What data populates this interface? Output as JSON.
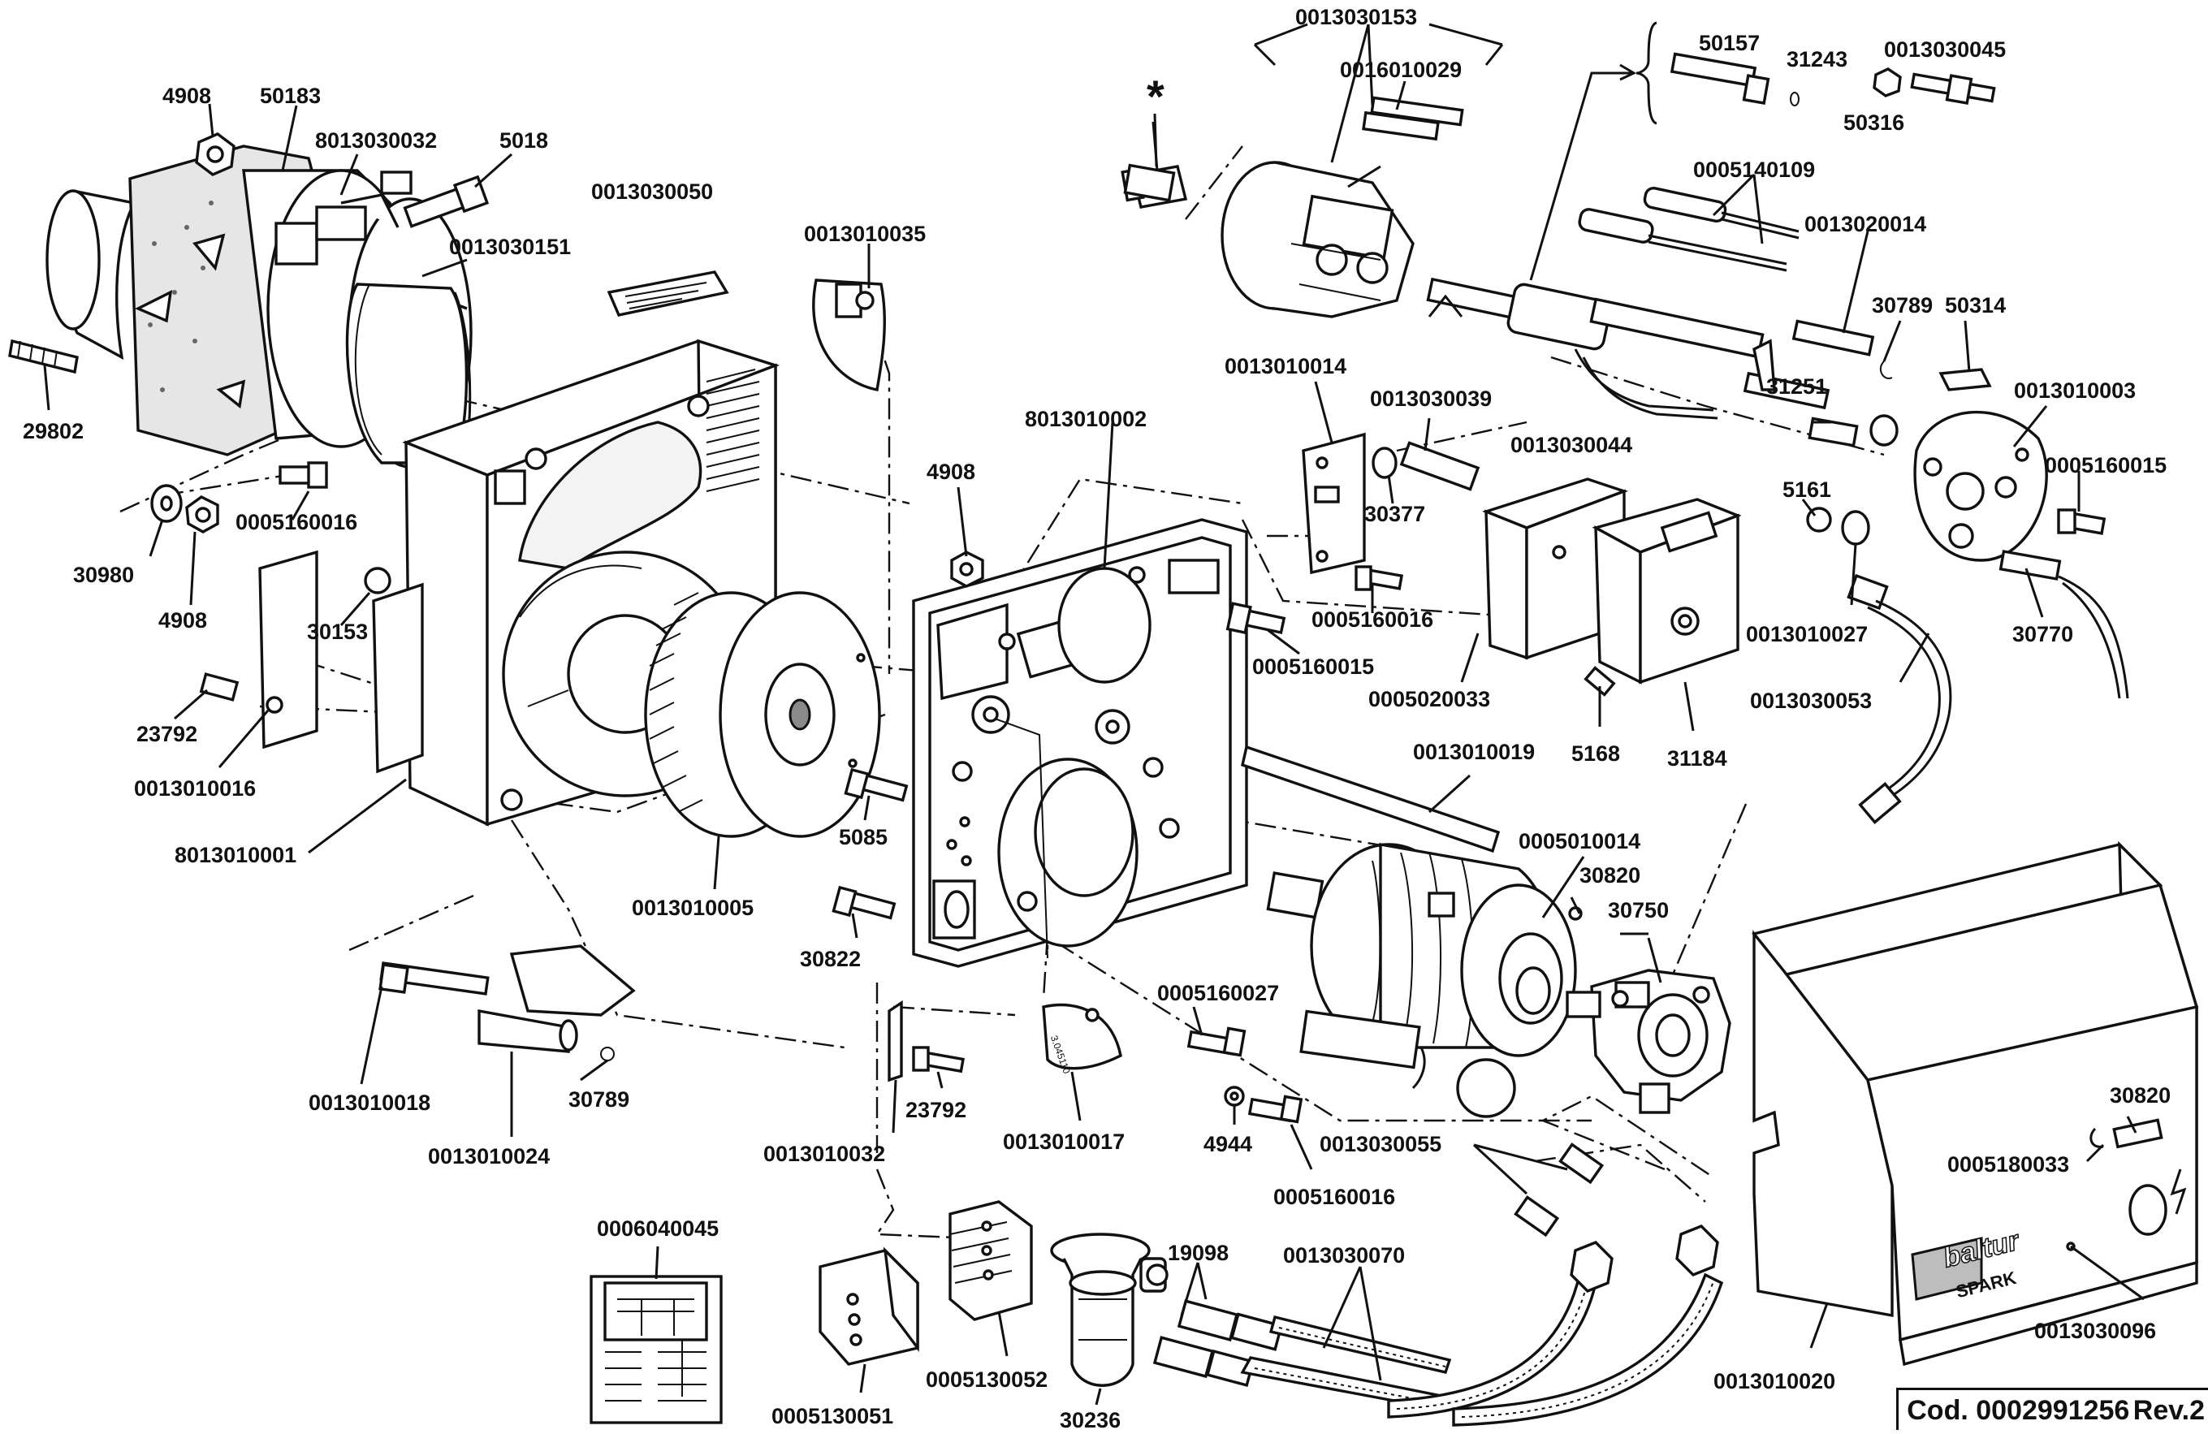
{
  "footer": {
    "code": "Cod. 0002991256",
    "rev": "Rev.2"
  },
  "brand": {
    "logo": "baltur",
    "model": "SPARK"
  },
  "marker": "*",
  "labels": {
    "l_4908_a": "4908",
    "l_50183": "50183",
    "l_8013030032": "8013030032",
    "l_5018": "5018",
    "l_0013030050": "0013030050",
    "l_0013030151": "0013030151",
    "l_29802": "29802",
    "l_30980": "30980",
    "l_4908_b": "4908",
    "l_0005160016_a": "0005160016",
    "l_30153": "30153",
    "l_23792_a": "23792",
    "l_0013010016": "0013010016",
    "l_8013010001": "8013010001",
    "l_0013010035": "0013010035",
    "l_0013010005": "0013010005",
    "l_5085": "5085",
    "l_30822": "30822",
    "l_4908_c": "4908",
    "l_8013010002": "8013010002",
    "l_0013010018": "0013010018",
    "l_0013010024": "0013010024",
    "l_30789_a": "30789",
    "l_0006040045": "0006040045",
    "l_0013010032": "0013010032",
    "l_23792_b": "23792",
    "l_0013010017": "0013010017",
    "l_0005160027": "0005160027",
    "l_4944": "4944",
    "l_0005160016_b": "0005160016",
    "l_0005130051": "0005130051",
    "l_0005130052": "0005130052",
    "l_30236": "30236",
    "l_19098": "19098",
    "l_0013030070": "0013030070",
    "l_0013030055": "0013030055",
    "l_0013030153": "0013030153",
    "l_0016010029": "0016010029",
    "l_50157": "50157",
    "l_31243": "31243",
    "l_0013030045": "0013030045",
    "l_50316": "50316",
    "l_0005140109": "0005140109",
    "l_0013020014": "0013020014",
    "l_30789_b": "30789",
    "l_50314": "50314",
    "l_31251": "31251",
    "l_0013010003": "0013010003",
    "l_0005160015_a": "0005160015",
    "l_0013010014": "0013010014",
    "l_0013030039": "0013030039",
    "l_0013030044": "0013030044",
    "l_30377": "30377",
    "l_0005160016_c": "0005160016",
    "l_0005160015_b": "0005160015",
    "l_0005020033": "0005020033",
    "l_5168": "5168",
    "l_31184": "31184",
    "l_5161": "5161",
    "l_0013010027": "0013010027",
    "l_30770": "30770",
    "l_0013030053": "0013030053",
    "l_0013010019": "0013010019",
    "l_0005010014": "0005010014",
    "l_30820_a": "30820",
    "l_30750": "30750",
    "l_30820_b": "30820",
    "l_0005180033": "0005180033",
    "l_0013030096": "0013030096",
    "l_0013010020": "0013010020"
  }
}
